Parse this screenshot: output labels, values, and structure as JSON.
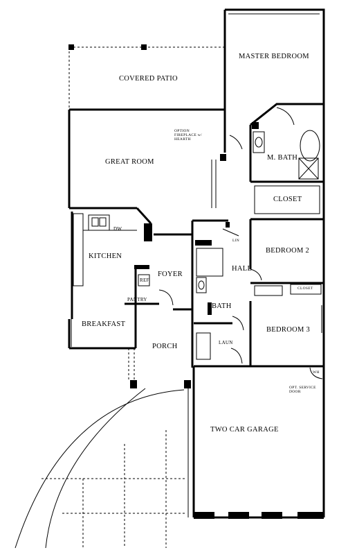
{
  "rooms": {
    "master_bedroom": "MASTER BEDROOM",
    "covered_patio": "COVERED PATIO",
    "great_room": "GREAT ROOM",
    "fireplace_note": "OPTION FIREPLACE w/ HEARTH",
    "mbath": "M. BATH",
    "closet": "CLOSET",
    "kitchen": "KITCHEN",
    "dw": "DW",
    "foyer": "FOYER",
    "hall": "HALL",
    "bedroom2": "BEDROOM 2",
    "bedroom3": "BEDROOM 3",
    "bath": "BATH",
    "ref": "REF",
    "pantry": "PANTRY",
    "breakfast": "BREAKFAST",
    "porch": "PORCH",
    "laun": "LAUN",
    "linen": "LIN",
    "closet_small": "CLOSET",
    "service_door": "OPT. SERVICE DOOR",
    "wh": "WH",
    "garage": "TWO CAR GARAGE"
  }
}
